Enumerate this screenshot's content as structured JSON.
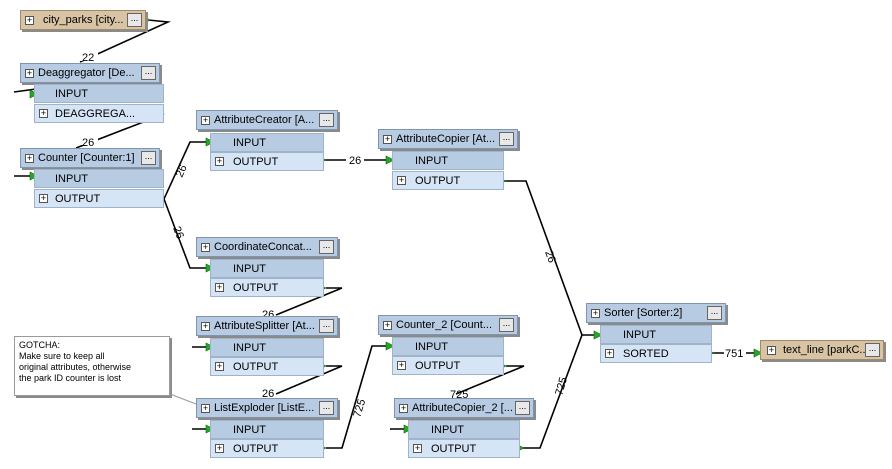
{
  "nodes": [
    {
      "id": "city_parks",
      "title": "city_parks [city...",
      "type": "reader",
      "ports": []
    },
    {
      "id": "deaggregator",
      "title": "Deaggregator [De...",
      "ports": [
        "INPUT",
        "DEAGGREGA..."
      ]
    },
    {
      "id": "counter",
      "title": "Counter [Counter:1]",
      "ports": [
        "INPUT",
        "OUTPUT"
      ]
    },
    {
      "id": "attributecreator",
      "title": "AttributeCreator [A...",
      "ports": [
        "INPUT",
        "OUTPUT"
      ]
    },
    {
      "id": "coordinateconcat",
      "title": "CoordinateConcat...",
      "ports": [
        "INPUT",
        "OUTPUT"
      ]
    },
    {
      "id": "attributesplitter",
      "title": "AttributeSplitter [At...",
      "ports": [
        "INPUT",
        "OUTPUT"
      ]
    },
    {
      "id": "listexploder",
      "title": "ListExploder [ListE...",
      "ports": [
        "INPUT",
        "OUTPUT"
      ]
    },
    {
      "id": "attributecopier",
      "title": "AttributeCopier [At...",
      "ports": [
        "INPUT",
        "OUTPUT"
      ]
    },
    {
      "id": "counter2",
      "title": "Counter_2 [Count...",
      "ports": [
        "INPUT",
        "OUTPUT"
      ]
    },
    {
      "id": "attributecopier2",
      "title": "AttributeCopier_2 [...",
      "ports": [
        "INPUT",
        "OUTPUT"
      ]
    },
    {
      "id": "sorter",
      "title": "Sorter [Sorter:2]",
      "ports": [
        "INPUT",
        "SORTED"
      ]
    },
    {
      "id": "text_line",
      "title": "text_line [parkC...",
      "type": "writer",
      "ports": []
    }
  ],
  "more_button": "...",
  "connection_labels": {
    "counter_to_creator": "26",
    "counter_to_concat": "26",
    "creator_to_copier": "26",
    "copier_to_sorter": "26",
    "explode_to_counter2": "725",
    "copier2_to_sorter": "725",
    "sorter_to_writer": "751",
    "reader_partial": "22",
    "deagg_partial": "26",
    "concat_partial": "26",
    "splitter_partial": "26",
    "counter2_partial": "725"
  },
  "note": {
    "lines": [
      "GOTCHA:",
      "Make sure to keep all",
      "original attributes, otherwise",
      "the park ID counter is lost"
    ]
  },
  "colors": {
    "transformer": "#b7cbe2",
    "reader_writer": "#d8c4a4",
    "port_out": "#d6e5f5",
    "connector": "#000000",
    "arrow": "#22aa22"
  }
}
